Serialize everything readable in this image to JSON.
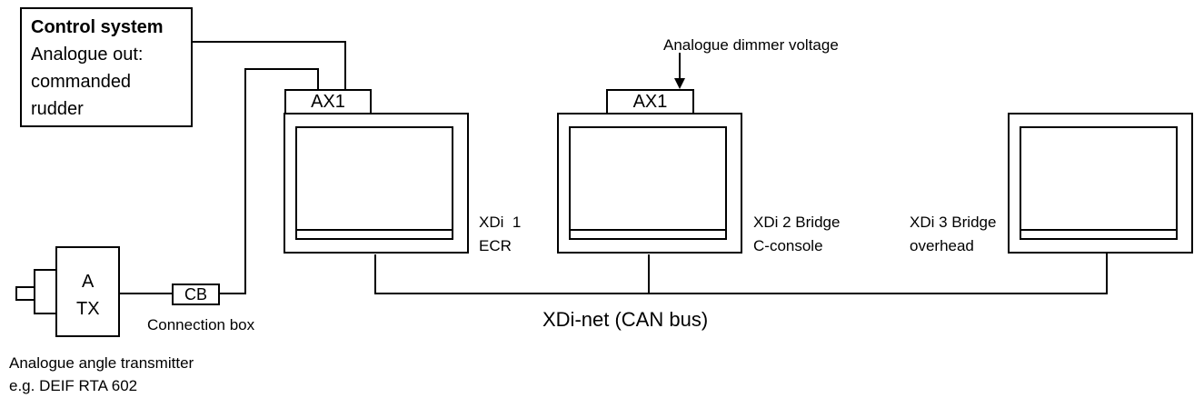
{
  "control_system": {
    "title": "Control system",
    "lines": [
      "Analogue out:",
      "commanded",
      "rudder"
    ]
  },
  "ax1_ecr": "AX1",
  "ax1_bridge": "AX1",
  "dimmer_label": "Analogue dimmer voltage",
  "displays": [
    {
      "line1": "XDi  1",
      "line2": "ECR"
    },
    {
      "line1": "XDi 2 Bridge",
      "line2": "C-console"
    },
    {
      "line1": "XDi 3 Bridge",
      "line2": "overhead"
    }
  ],
  "bus_label": "XDi-net (CAN bus)",
  "transmitter": {
    "box_line1": "A",
    "box_line2": "TX",
    "caption_line1": "Analogue angle transmitter",
    "caption_line2": "e.g. DEIF RTA 602"
  },
  "connection_box": {
    "label": "CB",
    "caption": "Connection box"
  }
}
